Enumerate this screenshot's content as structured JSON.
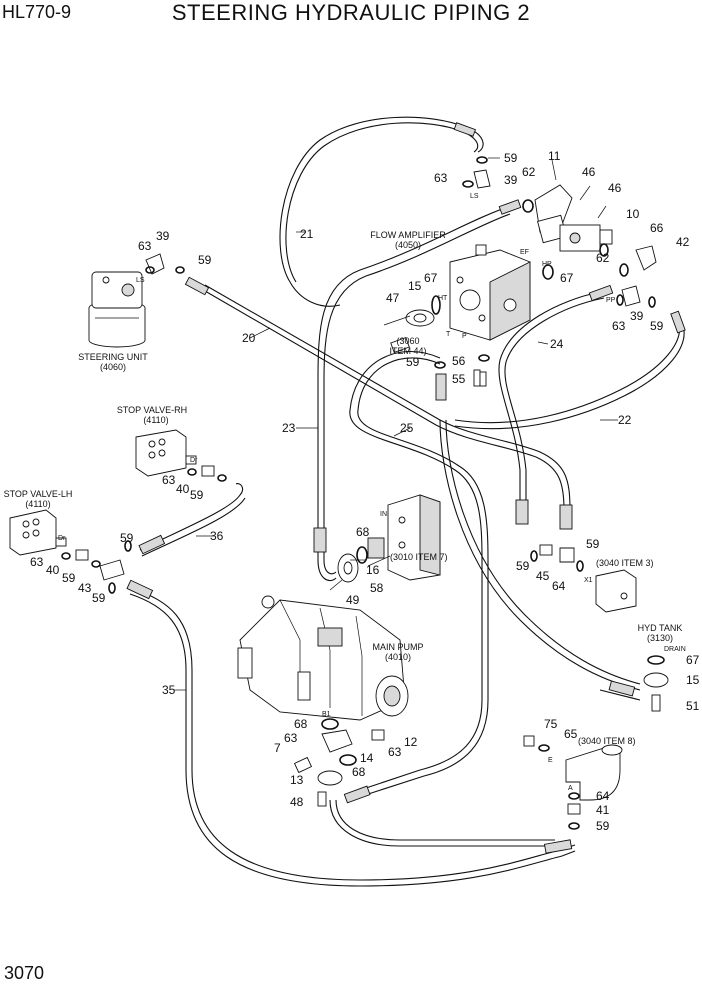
{
  "header": {
    "model": "HL770-9",
    "title": "STEERING HYDRAULIC PIPING 2",
    "page_number": "3070"
  },
  "components": {
    "steering_unit": [
      "STEERING UNIT",
      "(4060)"
    ],
    "stop_valve_rh": [
      "STOP VALVE-RH",
      "(4110)"
    ],
    "stop_valve_lh": [
      "STOP VALVE-LH",
      "(4110)"
    ],
    "flow_amplifier": [
      "FLOW AMPLIFIER",
      "(4050)"
    ],
    "ref_3060": [
      "(3060",
      "ITEM 44)"
    ],
    "ref_3010": "(3010 ITEM 7)",
    "ref_3040_3": "(3040 ITEM 3)",
    "hyd_tank": [
      "HYD TANK",
      "(3130)"
    ],
    "main_pump": [
      "MAIN PUMP",
      "(4010)"
    ],
    "ref_3040_8": "(3040 ITEM 8)"
  },
  "ports": {
    "ls1": "LS",
    "ls2": "LS",
    "ef": "EF",
    "hp": "HP",
    "ht": "HT",
    "t": "T",
    "p": "P",
    "pp": "PP",
    "in": "IN",
    "dr1": "Dr",
    "dr2": "Dr",
    "x1": "X1",
    "drain": "DRAIN",
    "b1": "B1",
    "e": "E",
    "a": "A"
  },
  "callouts": {
    "c59a": "59",
    "c11": "11",
    "c63a": "63",
    "c62a": "62",
    "c39a": "39",
    "c46a": "46",
    "c46b": "46",
    "c10": "10",
    "c66": "66",
    "c42": "42",
    "c62b": "62",
    "c67a": "67",
    "c21": "21",
    "c39b": "39",
    "c63b": "63",
    "c59b": "59",
    "c20": "20",
    "c15a": "15",
    "c47": "47",
    "c67b": "67",
    "c63c": "63",
    "c39c": "39",
    "c59c": "59",
    "c24": "24",
    "c56": "56",
    "c59d": "59",
    "c55": "55",
    "c23": "23",
    "c25": "25",
    "c22": "22",
    "c63d": "63",
    "c40a": "40",
    "c59e": "59",
    "c36": "36",
    "c59f": "59",
    "c63e": "63",
    "c40b": "40",
    "c59g": "59",
    "c43": "43",
    "c59h": "59",
    "c68a": "68",
    "c16": "16",
    "c58": "58",
    "c49": "49",
    "c59i": "59",
    "c59j": "59",
    "c45": "45",
    "c64a": "64",
    "c67c": "67",
    "c15b": "15",
    "c51": "51",
    "c35": "35",
    "c68b": "68",
    "c7": "7",
    "c63f": "63",
    "c63g": "63",
    "c12": "12",
    "c14": "14",
    "c68c": "68",
    "c13": "13",
    "c48": "48",
    "c75": "75",
    "c65": "65",
    "c64b": "64",
    "c41": "41",
    "c59k": "59"
  }
}
